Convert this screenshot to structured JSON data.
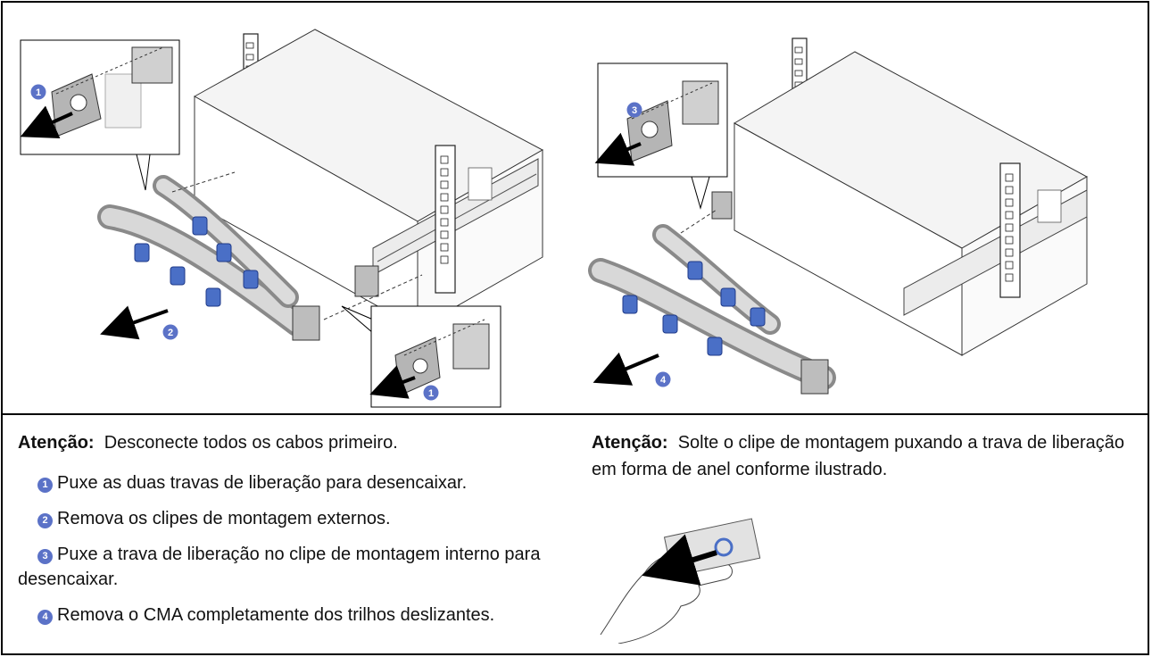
{
  "left_panel": {
    "attention_label": "Atenção:",
    "attention_text": "Desconecte todos os cabos primeiro.",
    "steps": [
      {
        "number": "1",
        "text": "Puxe as duas travas de liberação para desencaixar."
      },
      {
        "number": "2",
        "text": "Remova os clipes de montagem externos."
      },
      {
        "number": "3",
        "text": "Puxe a trava de liberação no clipe de montagem interno para desencaixar."
      },
      {
        "number": "4",
        "text": "Remova o CMA completamente dos trilhos deslizantes."
      }
    ]
  },
  "right_panel": {
    "attention_label": "Atenção:",
    "attention_text": "Solte o clipe de montagem puxando a trava de liberação em forma de anel conforme ilustrado."
  },
  "illustration_callouts": {
    "left_inset_top": "1",
    "left_arrow": "2",
    "left_inset_bottom": "1",
    "right_inset": "3",
    "right_arrow": "4"
  },
  "colors": {
    "callout_badge": "#5b72c7",
    "clip_blue": "#4a6fc6",
    "metal_gray": "#9a9a9a",
    "border": "#000000"
  }
}
